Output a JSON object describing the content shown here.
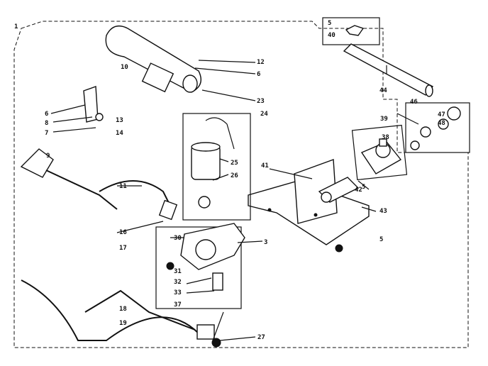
{
  "callouts": [
    "1",
    "5",
    "40",
    "44",
    "10",
    "12",
    "6",
    "23",
    "6",
    "13",
    "7",
    "14",
    "8",
    "9",
    "46",
    "47",
    "48",
    "39",
    "38",
    "24",
    "25",
    "26",
    "41",
    "43",
    "5",
    "11",
    "16",
    "17",
    "30",
    "31",
    "32",
    "33",
    "37",
    "18",
    "19",
    "27",
    "42",
    "3",
    "5"
  ]
}
